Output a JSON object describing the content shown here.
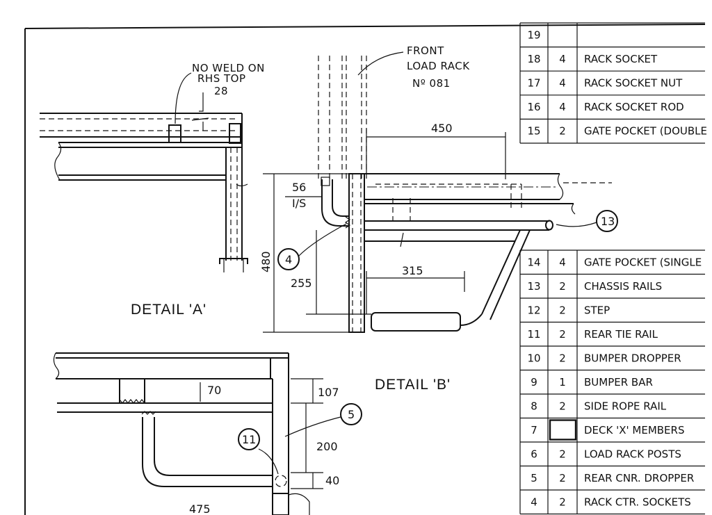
{
  "detail_a": {
    "title": "DETAIL 'A'",
    "note_line1": "NO WELD ON",
    "note_line2": "RHS TOP",
    "dim_28": "28"
  },
  "detail_b": {
    "title": "DETAIL 'B'",
    "front_label_1": "FRONT",
    "front_label_2": "LOAD RACK",
    "front_label_3": "Nº 081",
    "dim_450": "450",
    "dim_56": "56",
    "dim_is": "I/S",
    "dim_480": "480",
    "dim_255": "255",
    "dim_315": "315",
    "balloon_4": "4",
    "balloon_13": "13"
  },
  "detail_c": {
    "dim_70": "70",
    "dim_107": "107",
    "dim_200": "200",
    "dim_40": "40",
    "dim_475": "475",
    "balloon_5": "5",
    "balloon_11": "11"
  },
  "bom_top": [
    {
      "item": "19",
      "qty": "",
      "desc": ""
    },
    {
      "item": "18",
      "qty": "4",
      "desc": "RACK SOCKET"
    },
    {
      "item": "17",
      "qty": "4",
      "desc": "RACK SOCKET NUT"
    },
    {
      "item": "16",
      "qty": "4",
      "desc": "RACK SOCKET ROD"
    },
    {
      "item": "15",
      "qty": "2",
      "desc": "GATE POCKET (DOUBLE"
    }
  ],
  "bom_bottom": [
    {
      "item": "14",
      "qty": "4",
      "desc": "GATE POCKET (SINGLE"
    },
    {
      "item": "13",
      "qty": "2",
      "desc": "CHASSIS RAILS"
    },
    {
      "item": "12",
      "qty": "2",
      "desc": "STEP"
    },
    {
      "item": "11",
      "qty": "2",
      "desc": "REAR TIE RAIL"
    },
    {
      "item": "10",
      "qty": "2",
      "desc": "BUMPER DROPPER"
    },
    {
      "item": "9",
      "qty": "1",
      "desc": "BUMPER BAR"
    },
    {
      "item": "8",
      "qty": "2",
      "desc": "SIDE ROPE RAIL"
    },
    {
      "item": "7",
      "qty": "",
      "desc": "DECK 'X' MEMBERS"
    },
    {
      "item": "6",
      "qty": "2",
      "desc": "LOAD RACK POSTS"
    },
    {
      "item": "5",
      "qty": "2",
      "desc": "REAR CNR. DROPPER"
    },
    {
      "item": "4",
      "qty": "2",
      "desc": "RACK CTR. SOCKETS"
    }
  ]
}
